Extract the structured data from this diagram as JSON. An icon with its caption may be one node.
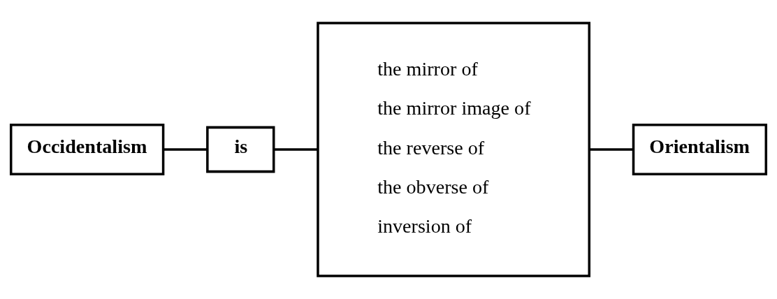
{
  "diagram": {
    "nodes": [
      {
        "text": [
          "Occidentalism"
        ]
      },
      {
        "text": [
          "is"
        ]
      },
      {
        "text": [
          "the mirror of",
          "the mirror image of",
          "the reverse of",
          "the obverse of",
          "inversion of"
        ]
      },
      {
        "text": [
          "Orientalism"
        ]
      }
    ],
    "edges": [
      {
        "from": 0,
        "to": 1,
        "arrow": "none"
      },
      {
        "from": 1,
        "to": 2,
        "arrow": "none"
      },
      {
        "from": 2,
        "to": 3,
        "arrow": "none"
      }
    ]
  }
}
